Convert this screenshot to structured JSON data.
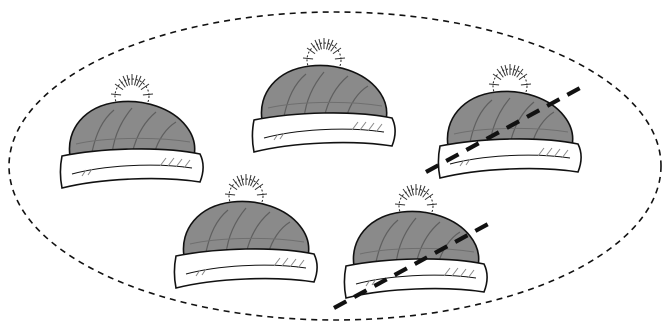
{
  "figure": {
    "boundary": "dashed-ellipse",
    "item_icon": "knit-hat-with-pompom-icon",
    "item_count": 5,
    "marked_item_count": 2,
    "mark_style": "dashed-slash-line",
    "colors": {
      "ink": "#111111",
      "hat_body": "#8a8a8a",
      "hat_body_shade": "#6f6f6f",
      "cuff": "#ffffff",
      "cuff_shade": "#9a9a9a",
      "pompom": "#ffffff"
    }
  },
  "hats": [
    {
      "id": "hat-1",
      "crossed_out": false
    },
    {
      "id": "hat-2",
      "crossed_out": false
    },
    {
      "id": "hat-3",
      "crossed_out": true
    },
    {
      "id": "hat-4",
      "crossed_out": false
    },
    {
      "id": "hat-5",
      "crossed_out": true
    }
  ]
}
